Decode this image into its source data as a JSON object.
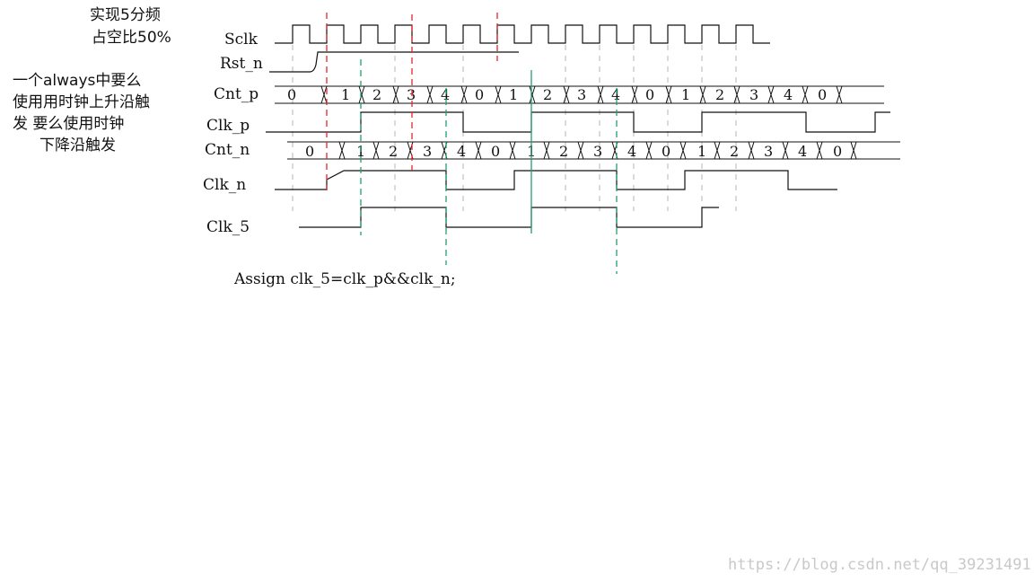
{
  "notes": {
    "title_line1": "实现5分频",
    "title_line2": "占空比50%",
    "side_line1": "一个always中要么",
    "side_line2": "使用用时钟上升沿触",
    "side_line3": "发   要么使用时钟",
    "side_line4": "下降沿触发"
  },
  "signals": {
    "sclk": "Sclk",
    "rst_n": "Rst_n",
    "cnt_p": "Cnt_p",
    "clk_p": "Clk_p",
    "cnt_n": "Cnt_n",
    "clk_n": "Clk_n",
    "clk_5": "Clk_5"
  },
  "cnt_p_values": [
    "0",
    "1",
    "2",
    "3",
    "4",
    "0",
    "1",
    "2",
    "3",
    "4",
    "0",
    "1",
    "2",
    "3",
    "4",
    "0"
  ],
  "cnt_n_values": [
    "0",
    "1",
    "2",
    "3",
    "4",
    "0",
    "1",
    "2",
    "3",
    "4",
    "0",
    "1",
    "2",
    "3",
    "4",
    "0"
  ],
  "code": "Assign clk_5=clk_p&&clk_n;",
  "watermark": "https://blog.csdn.net/qq_39231491",
  "colors": {
    "red_marker": "#e3262b",
    "green_marker": "#1fa06a",
    "grid": "#b5b5b5",
    "ink": "#111111"
  }
}
